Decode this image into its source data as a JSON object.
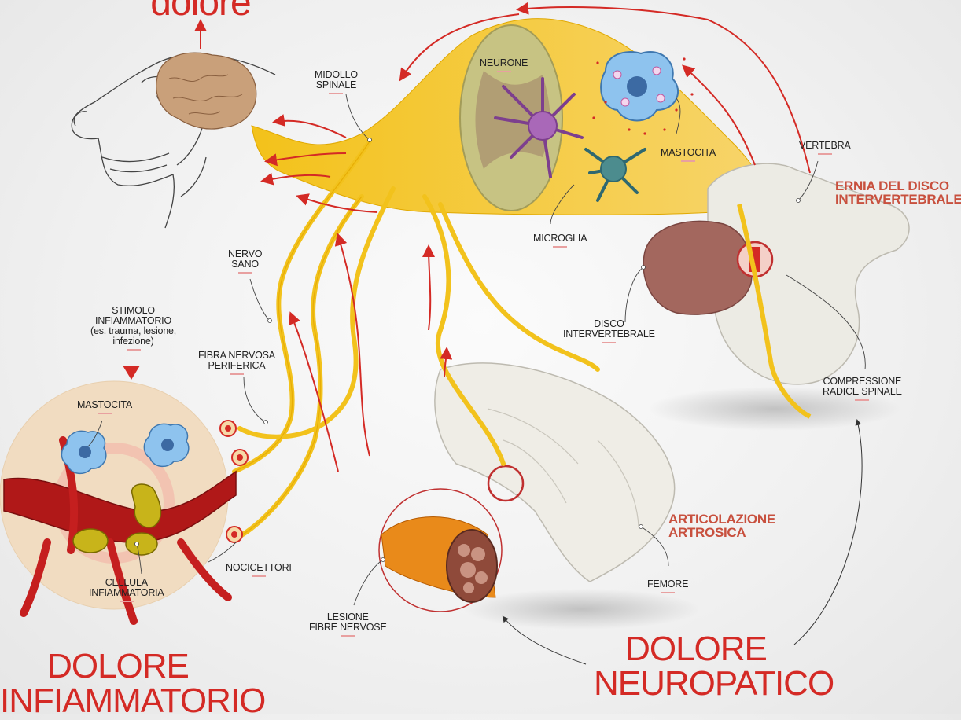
{
  "title": "dolore",
  "labels": {
    "midollo_spinale": "MIDOLLO\nSPINALE",
    "neurone": "NEURONE",
    "mastocita_top": "MASTOCITA",
    "microglia": "MICROGLIA",
    "vertebra": "VERTEBRA",
    "disco": "DISCO\nINTERVERTEBRALE",
    "compressione": "COMPRESSIONE\nRADICE SPINALE",
    "nervo_sano": "NERVO\nSANO",
    "stimolo": "STIMOLO\nINFIAMMATORIO\n(es. trauma, lesione,\ninfezione)",
    "fibra_periferica": "FIBRA NERVOSA\nPERIFERICA",
    "mastocita_left": "MASTOCITA",
    "nocicettori": "NOCICETTORI",
    "cellula": "CELLULA\nINFIAMMATORIA",
    "lesione": "LESIONE\nFIBRE NERVOSE",
    "femore": "FEMORE"
  },
  "sections": {
    "ernia": "ERNIA DEL DISCO\nINTERVERTEBRALE",
    "articolazione": "ARTICOLAZIONE\nARTROSICA"
  },
  "headings": {
    "infiammatorio": "DOLORE\nINFIAMMATORIO",
    "neuropatico": "DOLORE\nNEUROPATICO"
  },
  "colors": {
    "accent_red": "#d42a25",
    "nerve_yellow": "#f2c21c",
    "section_label": "#c8503e"
  }
}
